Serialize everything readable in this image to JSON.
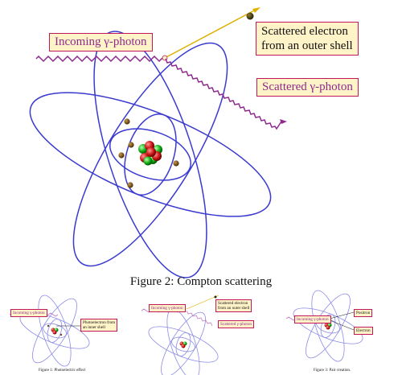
{
  "main": {
    "labels": {
      "incoming": "Incoming γ-photon",
      "scattered_electron_line1": "Scattered electron",
      "scattered_electron_line2": "from an outer shell",
      "scattered_photon": "Scattered γ-photon"
    },
    "caption": "Figure 2:  Compton scattering"
  },
  "thumbnails": [
    {
      "labels": [
        "Incoming γ-photon",
        "Photoelectron from",
        "an inner shell"
      ],
      "caption": "Figure 1: Photoelectric effect"
    },
    {
      "labels": [
        "Incoming γ-photon",
        "Scattered electron",
        "from an outer shell",
        "Scattered γ-photon"
      ],
      "caption": ""
    },
    {
      "labels": [
        "Incoming γ-photon",
        "Positron",
        "Electron"
      ],
      "caption": "Figure 3: Pair creation."
    }
  ],
  "colors": {
    "orbit": "#3a3ad0",
    "photon": "#8e2a8e",
    "electron_track": "#e0b000",
    "electron": "#6b4a10",
    "proton": "#d01818",
    "neutron": "#18b018",
    "label_bg": "#fff3c8",
    "label_border": "#c2185b"
  }
}
